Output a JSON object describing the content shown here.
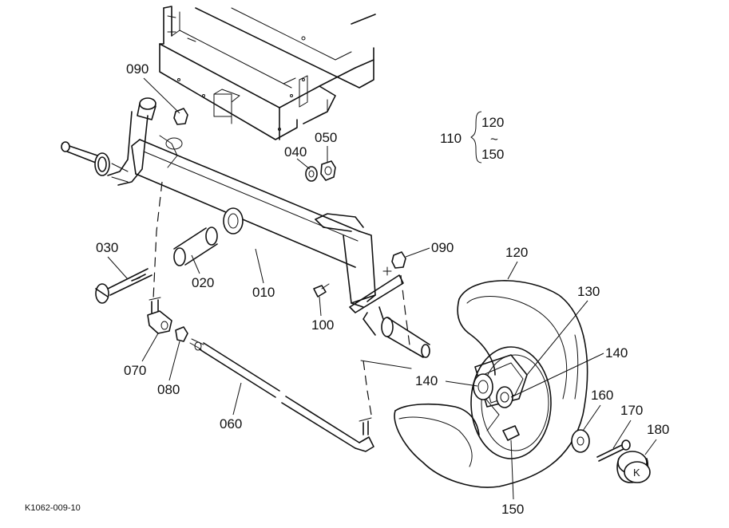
{
  "parts": {
    "p010": "010",
    "p020": "020",
    "p030": "030",
    "p040": "040",
    "p050": "050",
    "p060": "060",
    "p070": "070",
    "p080": "080",
    "p090a": "090",
    "p090b": "090",
    "p100": "100",
    "p110": "110",
    "p120": "120",
    "p120b": "120",
    "p130": "130",
    "p140a": "140",
    "p140b": "140",
    "p150": "150",
    "p150b": "150",
    "p160": "160",
    "p170": "170",
    "p180": "180"
  },
  "group": {
    "tilde": "~"
  },
  "hub_mark": "K",
  "reference": "K1062-009-10"
}
